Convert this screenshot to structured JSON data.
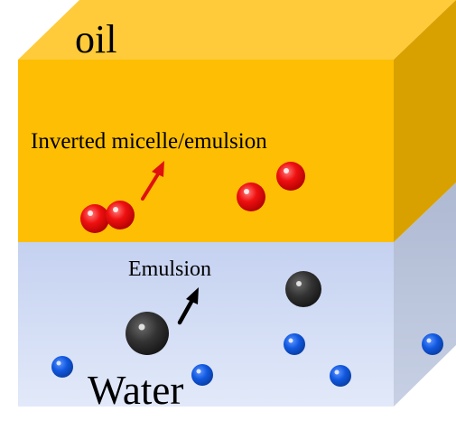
{
  "labels": {
    "oil": "oil",
    "inverted_micelle": "Inverted micelle/emulsion",
    "emulsion": "Emulsion",
    "water": "Water"
  },
  "colors": {
    "oil_front": "#FDBE03",
    "oil_top": "#FFCC3C",
    "oil_side": "#D9A000",
    "water_front_top": "#C6D3F1",
    "water_front_bottom": "#DDE5F8",
    "water_side": "#A9B5CE",
    "red_particle": "#E00000",
    "black_particle": "#303030",
    "blue_particle": "#0B52D6",
    "red_arrow": "#E01010",
    "black_arrow": "#000000"
  }
}
